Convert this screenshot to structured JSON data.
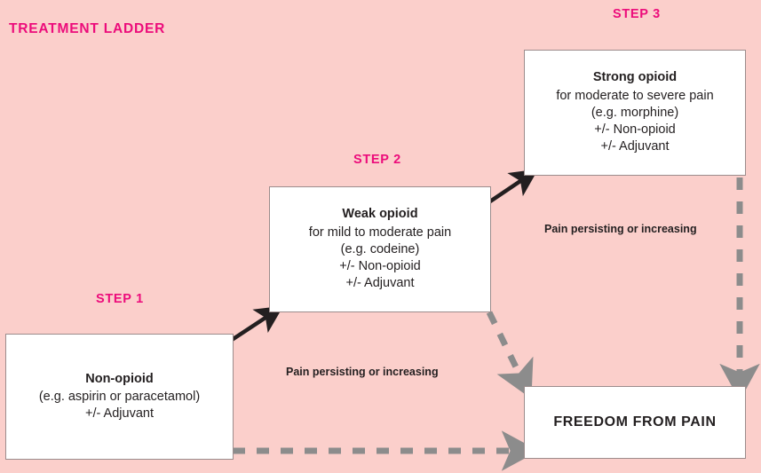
{
  "diagram": {
    "title": "TREATMENT LADDER",
    "background_color": "#fbcfcb",
    "accent_color": "#ec0c7b",
    "box_fill_color": "#ffffff",
    "box_border_color": "#9c8c8c",
    "solid_arrow_color": "#231f20",
    "dashed_arrow_color": "#8c8c8c"
  },
  "steps": [
    {
      "label": "STEP 1",
      "headline": "Non-opioid",
      "lines": [
        "(e.g. aspirin or paracetamol)",
        "+/- Adjuvant"
      ]
    },
    {
      "label": "STEP 2",
      "headline": "Weak opioid",
      "lines": [
        "for mild to moderate pain",
        "(e.g. codeine)",
        "+/- Non-opioid",
        "+/- Adjuvant"
      ]
    },
    {
      "label": "STEP 3",
      "headline": "Strong opioid",
      "lines": [
        "for moderate to severe pain",
        "(e.g. morphine)",
        "+/- Non-opioid",
        "+/- Adjuvant"
      ]
    }
  ],
  "outcome": {
    "label": "FREEDOM FROM PAIN"
  },
  "edge_labels": {
    "lower": "Pain persisting or increasing",
    "upper": "Pain persisting or increasing"
  }
}
